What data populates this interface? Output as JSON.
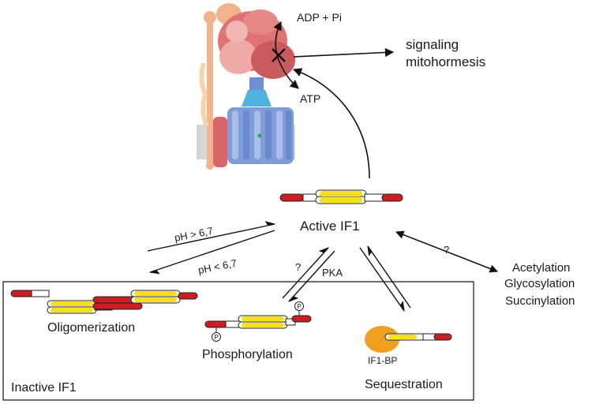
{
  "atp_synthase": {
    "adp_label": "ADP + Pi",
    "atp_label": "ATP"
  },
  "signaling": {
    "line1": "signaling",
    "line2": "mitohormesis"
  },
  "active": {
    "label": "Active IF1"
  },
  "ph": {
    "high": "pH > 6,7",
    "low": "pH < 6,7"
  },
  "phospho_arrows": {
    "question": "?",
    "pka": "PKA"
  },
  "modifications": {
    "question": "?",
    "items": [
      "Acetylation",
      "Glycosylation",
      "Succinylation"
    ]
  },
  "inactive_box": {
    "title": "Inactive IF1",
    "oligomerization": "Oligomerization",
    "phosphorylation": "Phosphorylation",
    "phospho_mark": "P",
    "sequestration": "Sequestration",
    "binding_protein": "IF1-BP"
  },
  "colors": {
    "if1_red": "#cc1e22",
    "if1_yellow": "#f5e11a",
    "binding_protein": "#f0a020",
    "f1_red": "#e07272",
    "fo_blue": "#7f9cd8",
    "stalk_peach": "#f2b48e",
    "membrane_gray": "#d6d6d6"
  }
}
